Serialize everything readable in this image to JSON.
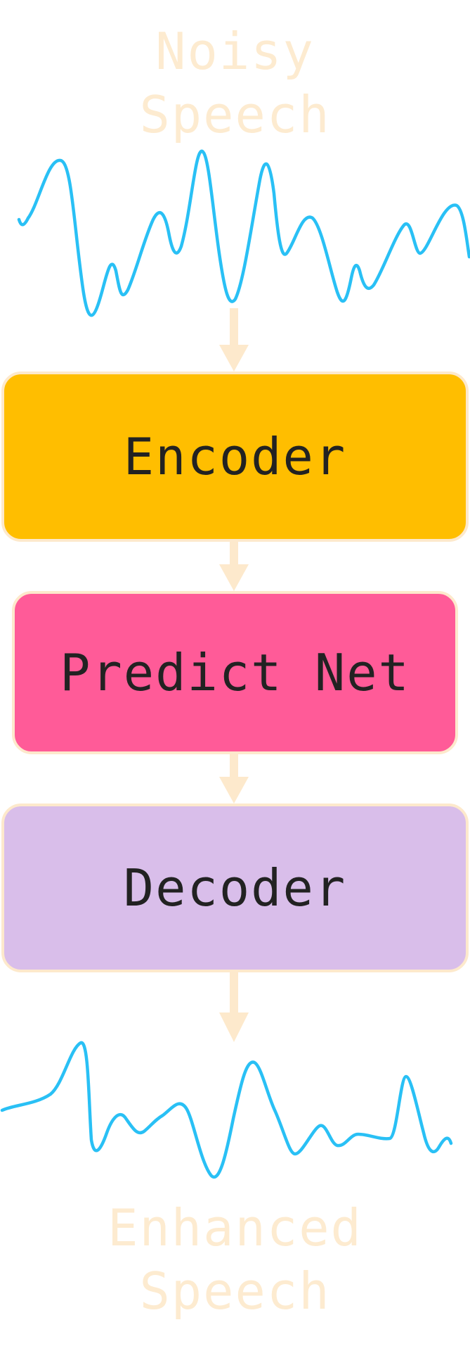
{
  "input_label": {
    "line1": "Noisy",
    "line2": "Speech"
  },
  "output_label": {
    "line1": "Enhanced",
    "line2": "Speech"
  },
  "blocks": {
    "encoder": "Encoder",
    "predict": "Predict Net",
    "decoder": "Decoder"
  },
  "colors": {
    "label_text": "#fdebd0",
    "waveform": "#29c0f5",
    "arrow": "#fde9cc",
    "block_border": "#fde9cc",
    "block_text": "#222222",
    "encoder_fill": "#ffbe00",
    "predict_fill": "#ff5b98",
    "decoder_fill": "#d9beea"
  },
  "icons": {
    "input_wave": "waveform-icon",
    "output_wave": "waveform-icon",
    "arrow": "arrow-down-icon"
  }
}
